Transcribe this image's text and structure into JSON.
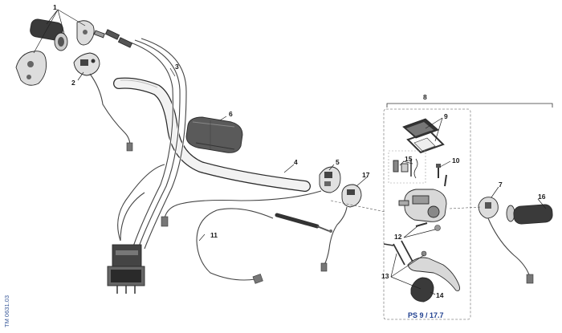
{
  "diagram": {
    "side_code": "TM 0631.03",
    "group_reference": "PS 9 / 17.7",
    "callouts": [
      "1",
      "2",
      "3",
      "4",
      "5",
      "6",
      "7",
      "8",
      "9",
      "10",
      "11",
      "12",
      "13",
      "14",
      "15",
      "16",
      "17"
    ],
    "colors": {
      "line": "#2a2a2a",
      "part_fill": "#d8d8d8",
      "part_dark": "#555555",
      "reference": "#1f3f8f",
      "group_box": "#888888"
    }
  }
}
